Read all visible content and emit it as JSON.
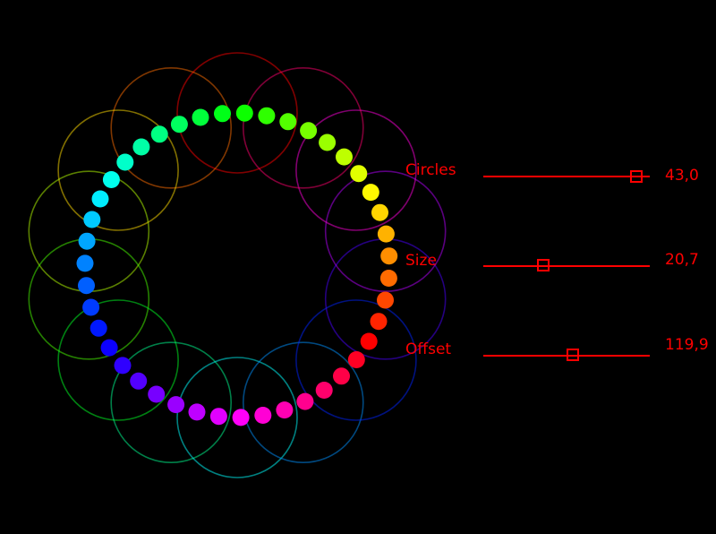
{
  "accent_color": "#ff0000",
  "background_color": "#000000",
  "sliders": [
    {
      "label": "Circles",
      "value_text": "43,0",
      "value": 43.0,
      "position": 0.92
    },
    {
      "label": "Size",
      "value_text": "20,7",
      "value": 20.7,
      "position": 0.36
    },
    {
      "label": "Offset",
      "value_text": "119,9",
      "value": 119.9,
      "position": 0.54
    }
  ],
  "ring": {
    "count": 43,
    "dot_size": 20.7,
    "offset": 119.9
  }
}
